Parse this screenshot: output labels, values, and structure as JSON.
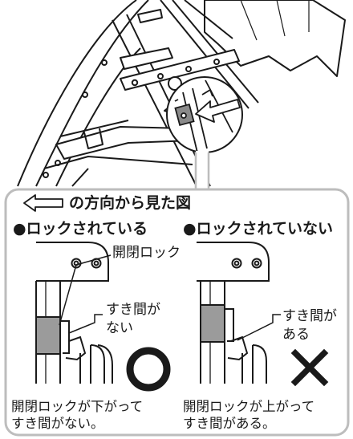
{
  "inset": {
    "view_caption": "の方向から見た図",
    "locked": {
      "heading": "●ロックされている",
      "callout_lock": "開閉ロック",
      "callout_gap_line1": "すき間が",
      "callout_gap_line2": "ない",
      "verdict_symbol": "circle",
      "caption_line1": "開閉ロックが下がって",
      "caption_line2": "すき間がない。"
    },
    "unlocked": {
      "heading": "●ロックされていない",
      "callout_gap_line1": "すき間が",
      "callout_gap_line2": "ある",
      "verdict_symbol": "cross",
      "caption_line1": "開閉ロックが上がって",
      "caption_line2": "すき間がある。"
    }
  },
  "colors": {
    "line": "#1a1a1a",
    "lock_gray": "#9b9b9b",
    "frame_gray": "#bdbdbd"
  }
}
